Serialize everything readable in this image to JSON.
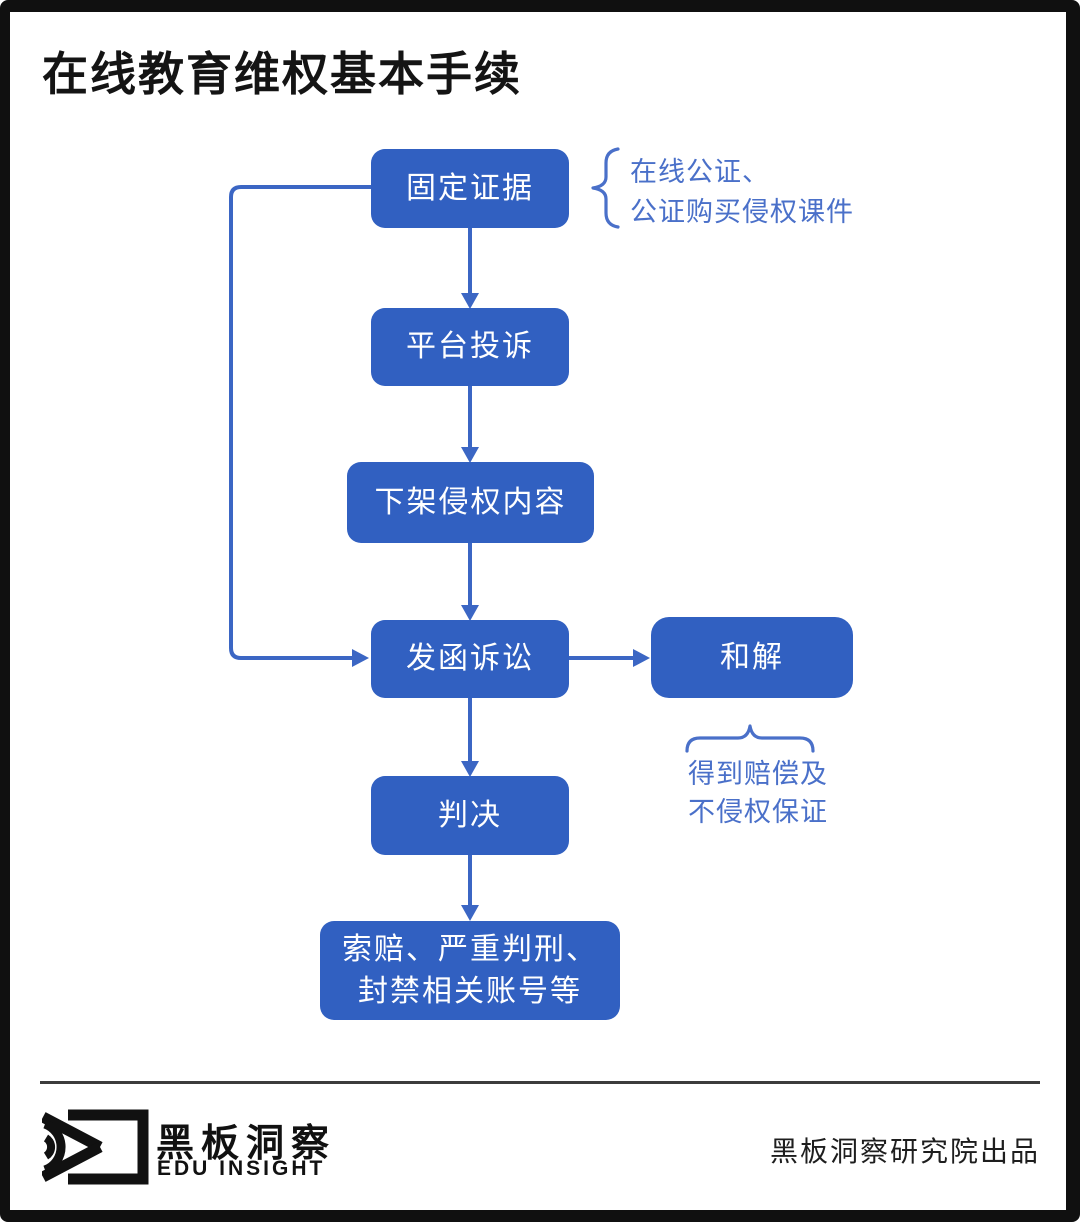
{
  "page": {
    "title": "在线教育维权基本手续"
  },
  "flowchart": {
    "nodes": {
      "evidence": {
        "label": "固定证据"
      },
      "complaint": {
        "label": "平台投诉"
      },
      "takedown": {
        "label": "下架侵权内容"
      },
      "letter": {
        "label": "发函诉讼"
      },
      "settlement": {
        "label": "和解"
      },
      "judgment": {
        "label": "判决"
      },
      "penalty": {
        "line1": "索赔、严重判刑、",
        "line2": "封禁相关账号等"
      }
    },
    "edges": [
      {
        "from": "evidence",
        "to": "complaint"
      },
      {
        "from": "complaint",
        "to": "takedown"
      },
      {
        "from": "takedown",
        "to": "letter"
      },
      {
        "from": "evidence",
        "to": "letter",
        "type": "loop-back"
      },
      {
        "from": "letter",
        "to": "settlement"
      },
      {
        "from": "letter",
        "to": "judgment"
      },
      {
        "from": "judgment",
        "to": "penalty"
      }
    ],
    "annotations": {
      "evidence_note": {
        "line1": "在线公证、",
        "line2": "公证购买侵权课件"
      },
      "settlement_note": {
        "line1": "得到赔偿及",
        "line2": "不侵权保证"
      }
    },
    "colors": {
      "box": "#3160c1",
      "connector": "#3b66c4",
      "note": "#4a70c9",
      "box_text": "#ffffff"
    }
  },
  "footer": {
    "logo_cn": "黑板洞察",
    "logo_en": "EDU INSIGHT",
    "credit": "黑板洞察研究院出品"
  }
}
